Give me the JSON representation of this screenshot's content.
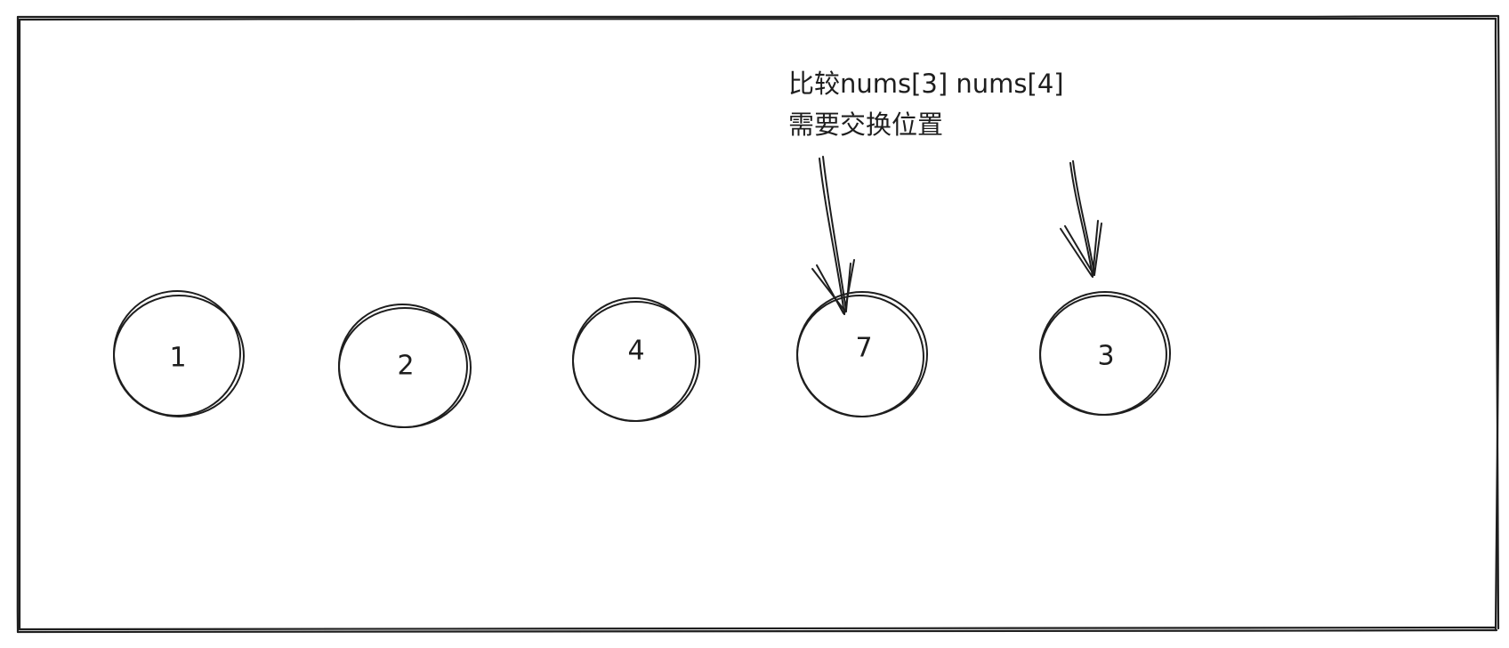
{
  "diagram": {
    "annotation": {
      "line1": "比较nums[3] nums[4]",
      "line2": "需要交换位置"
    },
    "nodes": [
      {
        "label": "1"
      },
      {
        "label": "2"
      },
      {
        "label": "4"
      },
      {
        "label": "7"
      },
      {
        "label": "3"
      }
    ],
    "arrows": [
      {
        "target_node": "7"
      },
      {
        "target_node": "3"
      }
    ],
    "colors": {
      "stroke": "#1e1e1e",
      "background": "#ffffff"
    }
  }
}
